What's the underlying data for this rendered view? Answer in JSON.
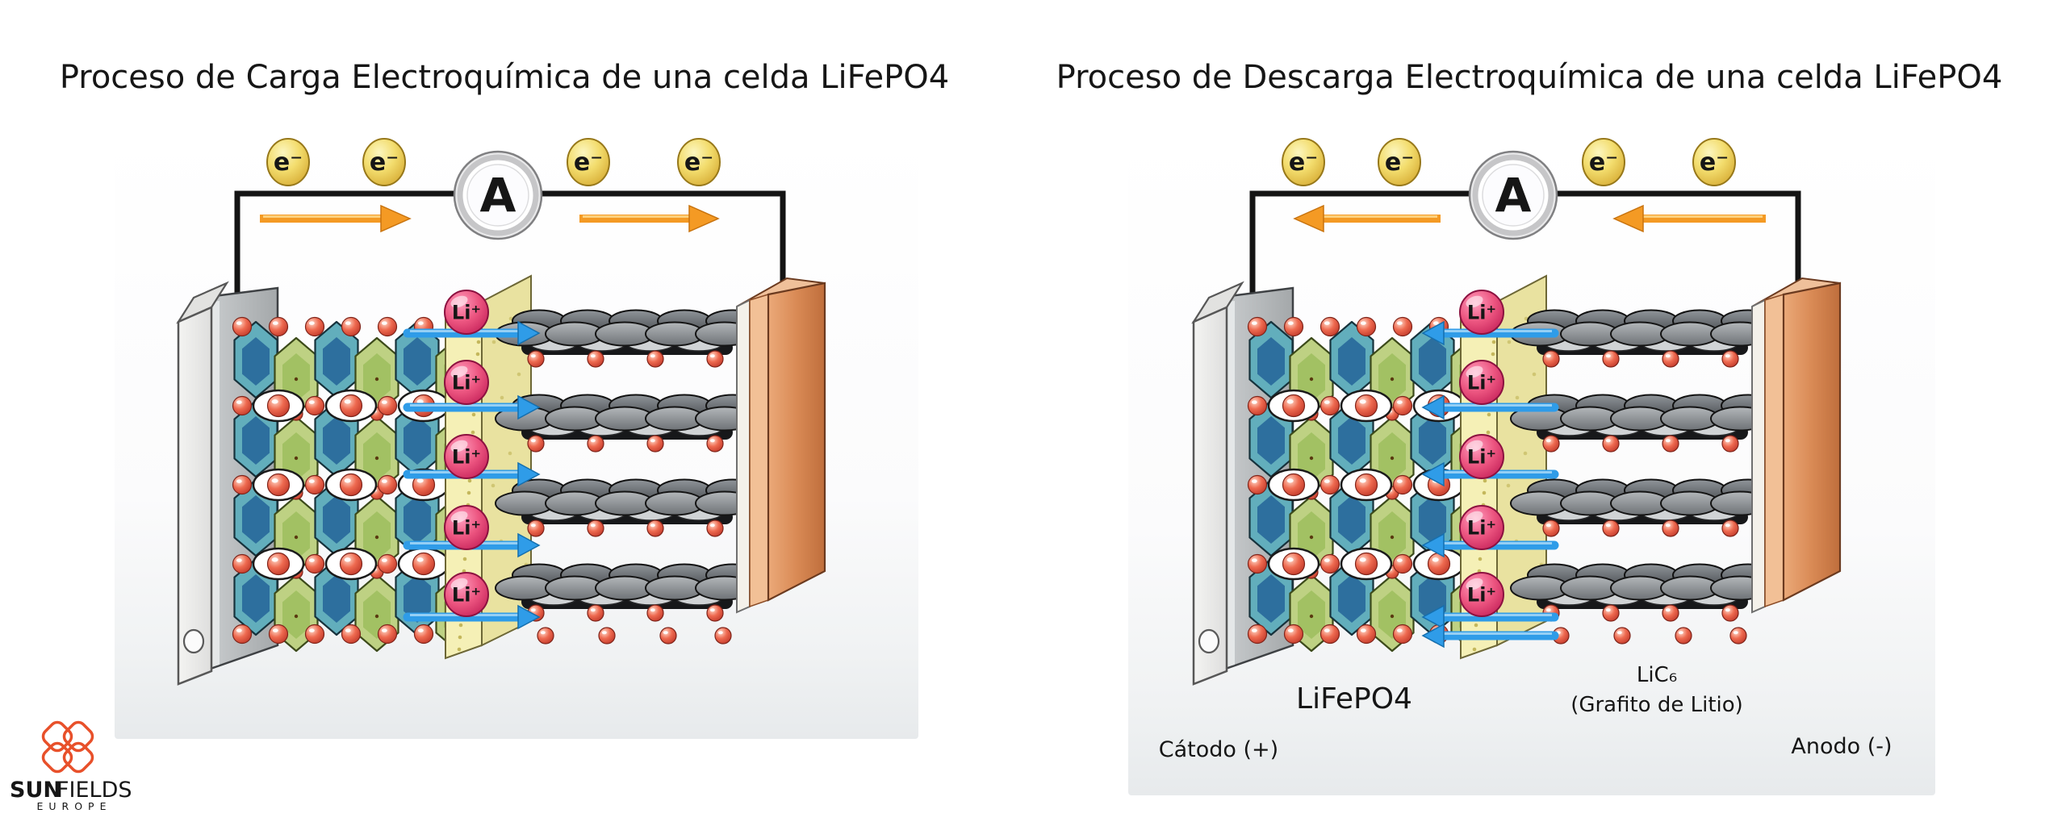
{
  "page": {
    "background": "#ffffff"
  },
  "charge_panel": {
    "title": "Proceso de Carga Electroquímica de una celda LiFePO4"
  },
  "discharge_panel": {
    "title": "Proceso de Descarga Electroquímica de una celda LiFePO4",
    "labels": {
      "cathode_terminal": "Cátodo (+)",
      "cathode_material": "LiFePO4",
      "anode_material": "LiC₆",
      "anode_material_note": "(Grafito de Litio)",
      "anode_terminal": "Anodo (-)"
    }
  },
  "shared": {
    "electron": "e⁻",
    "ammeter": "A",
    "lithium_ion": "Li⁺"
  },
  "logo": {
    "brand_primary": "SUN",
    "brand_secondary": "FIELDS",
    "region": "EUROPE"
  },
  "colors": {
    "arrow_orange": "#f49a24",
    "arrow_blue": "#2f9ce8",
    "ion_pink": "#e23a6e",
    "electron_yellow": "#f0d964",
    "separator_yellow": "#f5f0b6",
    "copper": "#d4854f",
    "lattice_teal": "#2d6f9e",
    "lattice_green": "#a2c163",
    "graphite_gray": "#6e7276",
    "logo_orange": "#e8502a",
    "logo_dark": "#41484e"
  }
}
